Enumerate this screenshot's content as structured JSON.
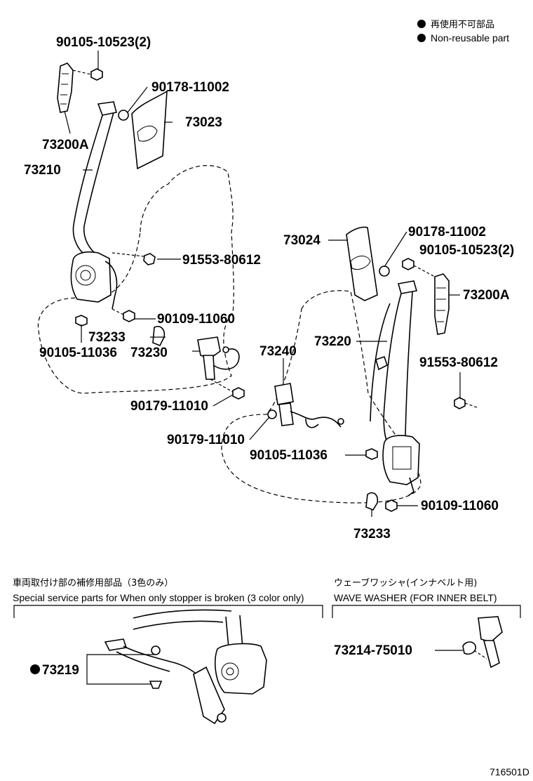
{
  "legend": {
    "bullet_color": "#000000",
    "line_jp": "再使用不可部品",
    "line_en": "Non-reusable part"
  },
  "callouts": {
    "c1": "90105-10523(2)",
    "c2": "90178-11002",
    "c3": "73023",
    "c4": "73200A",
    "c5": "73210",
    "c6": "91553-80612",
    "c7": "90109-11060",
    "c8": "73233",
    "c9": "90105-11036",
    "c10": "73230",
    "c11": "90179-11010",
    "c12": "73024",
    "c13": "90178-11002",
    "c14": "90105-10523(2)",
    "c15": "73200A",
    "c16": "73240",
    "c17": "73220",
    "c18": "91553-80612",
    "c19": "90179-11010",
    "c20": "90105-11036",
    "c21": "90109-11060",
    "c22": "73233"
  },
  "special_section": {
    "title_jp": "車両取付け部の補修用部品（3色のみ）",
    "title_en": "Special service parts for When only stopper is broken (3 color only)",
    "part": "73219"
  },
  "washer_section": {
    "title_jp": "ウェーブワッシャ(インナベルト用)",
    "title_en": "WAVE WASHER (FOR INNER BELT)",
    "part": "73214-75010"
  },
  "diagram_id": "716501D"
}
